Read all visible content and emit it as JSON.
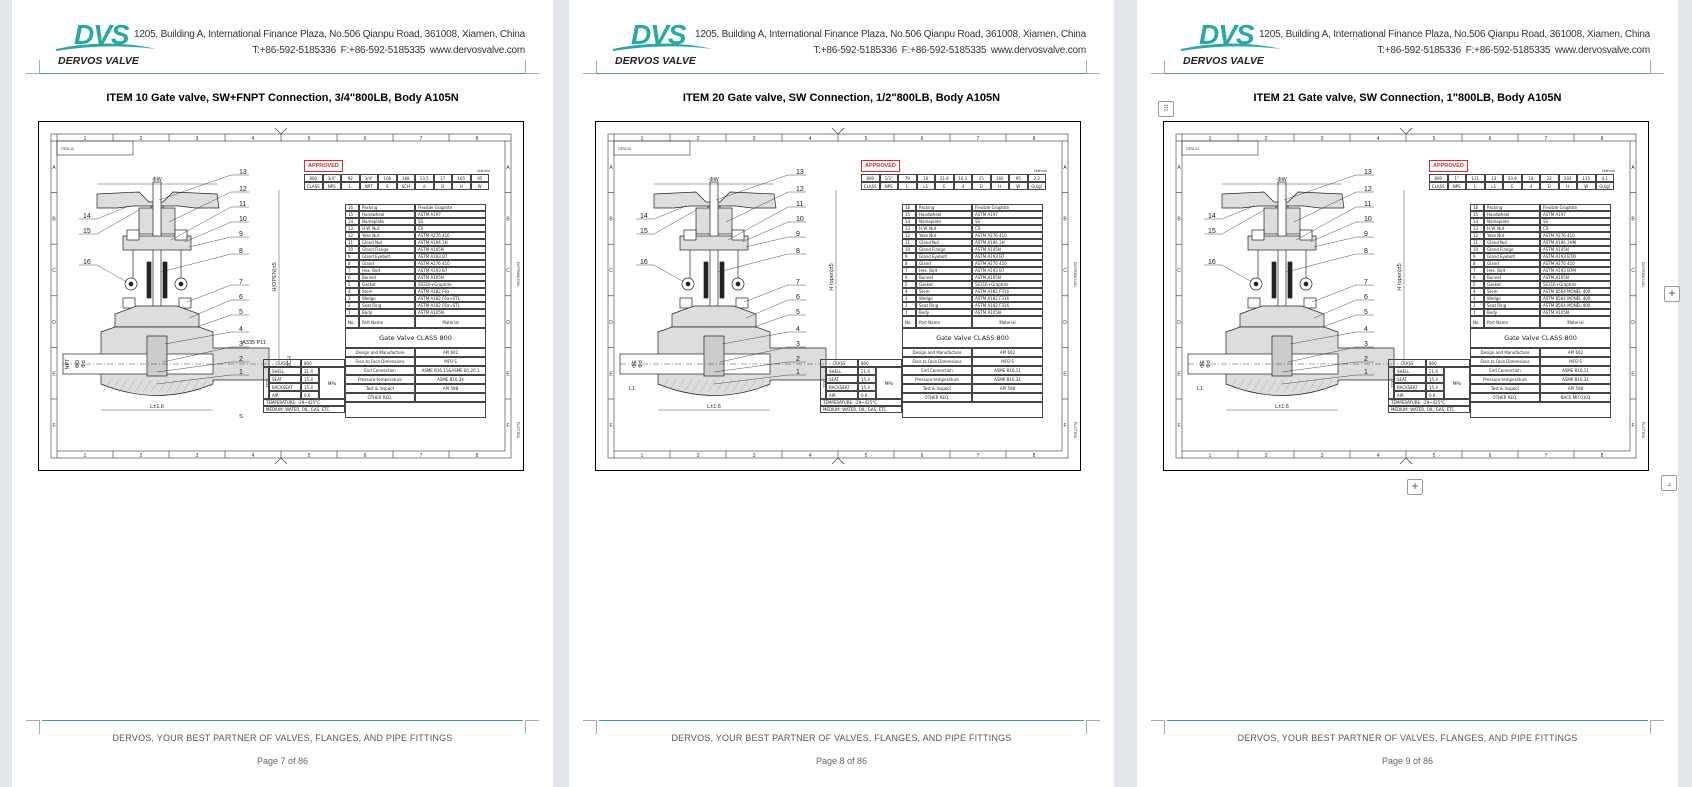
{
  "header": {
    "logo_mark": "DVS",
    "logo_name": "DERVOS VALVE",
    "address": "1205, Building A, International Finance Plaza, No.506 Qianpu Road, 361008, Xiamen, China",
    "contact": "T:+86-592-5185336   F:+86-592-5185335   www.dervosvalve.com"
  },
  "footer": {
    "tagline": "DERVOS,  YOUR BEST PARTNER OF VALVES, FLANGES, AND PIPE FITTINGS"
  },
  "colors": {
    "brand_teal": "#2aa8a3",
    "rule": "#3f9c9a",
    "approved_red": "#e02a2a",
    "workspace": "#e3e6ea"
  },
  "drawing_common": {
    "approved": "APPROVED",
    "unit": "Unit:mm",
    "ruler_numbers": [
      "1",
      "2",
      "3",
      "4",
      "5",
      "6",
      "7",
      "8"
    ],
    "ruler_letters": [
      "A",
      "B",
      "C",
      "D",
      "E",
      "F"
    ],
    "side_distribution": "DISTRIBUTION",
    "side_plotted": "PLOTTED",
    "parts_header": {
      "no": "No.",
      "name": "Part Name",
      "material": "Material"
    },
    "valve_title": "Gate Valve   CLASS 800",
    "pressure": {
      "class_label": "CLASS",
      "class_value": "800",
      "test": "TEST",
      "unit": "MPa",
      "rows": [
        [
          "SHELL"
        ],
        [
          "SEAT"
        ],
        [
          "BACKSEAT"
        ],
        [
          "AIR"
        ]
      ],
      "temperature": "TEMPERATURE: -29~425°C",
      "medium": "MEDIUM: WATER, OIL, GAS, ETC."
    },
    "balloons": [
      "13",
      "12",
      "11",
      "10",
      "9",
      "8",
      "7",
      "6",
      "5",
      "4",
      "3",
      "2",
      "1"
    ],
    "left_balloons": [
      "14",
      "15",
      "16"
    ]
  },
  "pages": [
    {
      "title": "ITEM 10  Gate valve, SW+FNPT Connection, 3/4\"800LB, Body A105N",
      "item_label": "ITEM 10",
      "page_label": "Page 7 of 86",
      "dims": {
        "values": [
          "800",
          "3/4\"",
          "92",
          "3/4\"",
          "108",
          "168",
          "13.5",
          "17",
          "165",
          "95"
        ],
        "headers": [
          "CLASS",
          "NPS",
          "L",
          "NPT",
          "S",
          "SCH",
          "d",
          "D",
          "H",
          "W"
        ]
      },
      "figure_labels": {
        "w": "ΦW",
        "h": "H(OPEN)±5",
        "l": "L±1.6",
        "extra": "A335  P11",
        "s": "S",
        "sch": "SCH",
        "npt": "NPT",
        "d1": "ΦD",
        "d2": "Φd"
      },
      "pressure_values": [
        "31.4",
        "15.4",
        "15.4",
        "0.6"
      ],
      "parts": [
        [
          "16",
          "Packing",
          "Flexible Graphite"
        ],
        [
          "15",
          "Handwheel",
          "ASTM A197"
        ],
        [
          "14",
          "Nameplate",
          "SS"
        ],
        [
          "13",
          "H.W. Nut",
          "CS"
        ],
        [
          "12",
          "Yoke Nut",
          "ASTM A276 410"
        ],
        [
          "11",
          "Gland Nut",
          "ASTM A194 2H"
        ],
        [
          "10",
          "Gland Flange",
          "ASTM A105N"
        ],
        [
          "9",
          "Gland Eyebolt",
          "ASTM A193 B7"
        ],
        [
          "8",
          "Gland",
          "ASTM A276 410"
        ],
        [
          "7",
          "Hex. Bolt",
          "ASTM A193 B7"
        ],
        [
          "6",
          "Bonnet",
          "ASTM A105N"
        ],
        [
          "5",
          "Gasket",
          "SS316+Graphite"
        ],
        [
          "4",
          "Stem",
          "ASTM A182 F6a"
        ],
        [
          "3",
          "Wedge",
          "ASTM A182 F6a+STL"
        ],
        [
          "2",
          "Seat Ring",
          "ASTM A182 F6a+STL"
        ],
        [
          "1",
          "Body",
          "ASTM A105N"
        ]
      ],
      "spec": [
        [
          "Design and Manufacture",
          "API 602"
        ],
        [
          "Face to Face Dimensions",
          "MFG'S"
        ],
        [
          "End Connection",
          "ASME B16.11&ASME B1.20.1"
        ],
        [
          "Pressure-temperature",
          "ASME B16.34"
        ],
        [
          "Test & Inspect",
          "API 598"
        ],
        [
          "OTHER REQ.",
          ""
        ]
      ]
    },
    {
      "title": "ITEM 20  Gate valve, SW Connection, 1/2\"800LB, Body A105N",
      "item_label": "ITEM 20",
      "page_label": "Page 8 of 86",
      "dims": {
        "values": [
          "800",
          "1/2\"",
          "79",
          "10",
          "21.8",
          "10.3",
          "15",
          "160",
          "95",
          "2.2"
        ],
        "headers": [
          "CLASS",
          "NPS",
          "L",
          "L1",
          "E",
          "d",
          "D",
          "H",
          "W",
          "G(kg)"
        ]
      },
      "figure_labels": {
        "w": "ΦW",
        "h": "H (open)±5",
        "l": "L±1.6",
        "extra": "",
        "s": "L1",
        "sch": "",
        "npt": "",
        "d1": "ΦE",
        "d2": "Φd"
      },
      "pressure_values": [
        "21.4",
        "15.4",
        "15.4",
        "0.6"
      ],
      "parts": [
        [
          "16",
          "Packing",
          "Flexible Graphite"
        ],
        [
          "15",
          "Handwheel",
          "ASTM A197"
        ],
        [
          "14",
          "Nameplate",
          "SS"
        ],
        [
          "13",
          "H.W. Nut",
          "CS"
        ],
        [
          "12",
          "Yoke Nut",
          "ASTM A276 410"
        ],
        [
          "11",
          "Gland Nut",
          "ASTM A194 2H"
        ],
        [
          "10",
          "Gland Flange",
          "ASTM A105N"
        ],
        [
          "9",
          "Gland Eyebolt",
          "ASTM A193 B7"
        ],
        [
          "8",
          "Gland",
          "ASTM A276 410"
        ],
        [
          "7",
          "Hex. Bolt",
          "ASTM A193 B7"
        ],
        [
          "6",
          "Bonnet",
          "ASTM A105N"
        ],
        [
          "5",
          "Gasket",
          "SS316+Graphite"
        ],
        [
          "4",
          "Stem",
          "ASTM A182 F316"
        ],
        [
          "3",
          "Wedge",
          "ASTM A182 F316"
        ],
        [
          "2",
          "Seat Ring",
          "ASTM A182 F316"
        ],
        [
          "1",
          "Body",
          "ASTM A105N"
        ]
      ],
      "spec": [
        [
          "Design and Manufacture",
          "API 602"
        ],
        [
          "Face to Face Dimensions",
          "MFG'S"
        ],
        [
          "End Connection",
          "ASME B16.11"
        ],
        [
          "Pressure-temperature",
          "ASME B16.34"
        ],
        [
          "Test & Inspect",
          "API 598"
        ],
        [
          "OTHER REQ.",
          ""
        ]
      ]
    },
    {
      "title": "ITEM 21  Gate valve, SW Connection, 1\"800LB, Body A105N",
      "item_label": "ITEM 21",
      "page_label": "Page 9 of 86",
      "dims": {
        "values": [
          "800",
          "1\"",
          "111",
          "13",
          "33.9",
          "18",
          "22",
          "202",
          "115",
          "4.1"
        ],
        "headers": [
          "CLASS",
          "NPS",
          "L",
          "L1",
          "E",
          "d",
          "D",
          "H",
          "W",
          "G(kg)"
        ]
      },
      "figure_labels": {
        "w": "ΦW",
        "h": "H (open)±5",
        "l": "L±1.6",
        "extra": "",
        "s": "L1",
        "sch": "",
        "npt": "",
        "d1": "ΦE",
        "d2": "Φd"
      },
      "pressure_values": [
        "21.4",
        "15.4",
        "15.4",
        "0.6"
      ],
      "parts": [
        [
          "16",
          "Packing",
          "Flexible Graphite"
        ],
        [
          "15",
          "Handwheel",
          "ASTM A197"
        ],
        [
          "14",
          "Nameplate",
          "SS"
        ],
        [
          "13",
          "H.W. Nut",
          "CS"
        ],
        [
          "12",
          "Yoke Nut",
          "ASTM A276 410"
        ],
        [
          "11",
          "Gland Nut",
          "ASTM A194 2HM"
        ],
        [
          "10",
          "Gland Flange",
          "ASTM A105N"
        ],
        [
          "9",
          "Gland Eyebolt",
          "ASTM A193 B7M"
        ],
        [
          "8",
          "Gland",
          "ASTM A276 410"
        ],
        [
          "7",
          "Hex. Bolt",
          "ASTM A193 B7M"
        ],
        [
          "6",
          "Bonnet",
          "ASTM A105N"
        ],
        [
          "5",
          "Gasket",
          "SS316+Graphite"
        ],
        [
          "4",
          "Stem",
          "ASTM B564 MONEL 400"
        ],
        [
          "3",
          "Wedge",
          "ASTM B564 MONEL 400"
        ],
        [
          "2",
          "Seat Ring",
          "ASTM B564 MONEL 400"
        ],
        [
          "1",
          "Body",
          "ASTM A105N"
        ]
      ],
      "spec": [
        [
          "Design and Manufacture",
          "API 602"
        ],
        [
          "Face to Face Dimensions",
          "MFG'S"
        ],
        [
          "End Connection",
          "ASME B16.11"
        ],
        [
          "Pressure-temperature",
          "ASME B16.34"
        ],
        [
          "Test & Inspect",
          "API 598"
        ],
        [
          "OTHER REQ.",
          "NACE MR 0103"
        ]
      ]
    }
  ],
  "controls": {
    "drag_handle": "drag-handle-icon",
    "add_below": "+",
    "add_right": "+",
    "resize": "resize-icon"
  }
}
